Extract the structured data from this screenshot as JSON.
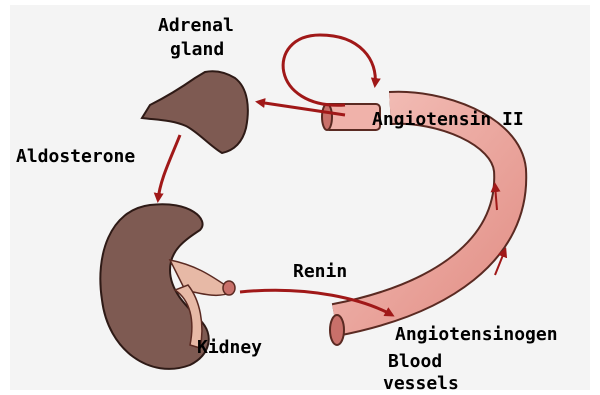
{
  "diagram": {
    "labels": {
      "adrenal_gland": "Adrenal gland",
      "adrenal_line1": "Adrenal",
      "adrenal_line2": "gland",
      "angiotensin_ii": "Angiotensin II",
      "aldosterone": "Aldosterone",
      "renin": "Renin",
      "kidney": "Kidney",
      "angiotensinogen": "Angiotensinogen",
      "blood_line1": "Blood",
      "blood_line2": "vessels"
    },
    "colors": {
      "background": "#ffffff",
      "canvas": "#f4f4f4",
      "arrow": "#a01818",
      "vessel_fill": "#eea8a0",
      "vessel_stroke": "#5a2a22",
      "organ_fill": "#7e5a52",
      "organ_stroke": "#2e1a16",
      "ureter_fill": "#e7b9a6"
    }
  }
}
